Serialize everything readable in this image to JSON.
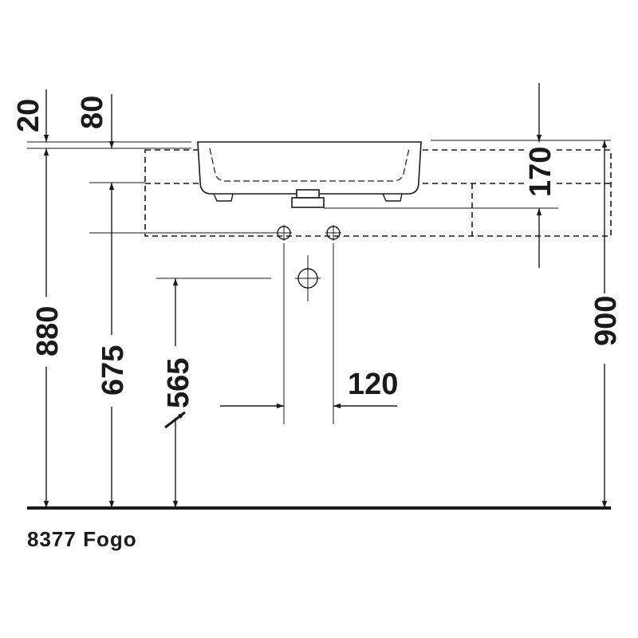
{
  "diagram": {
    "caption": "8377 Fogo",
    "dimensions": {
      "top_offset_small": "20",
      "top_offset_large": "80",
      "overflow_height": "170",
      "total_height_left": "880",
      "supply_height": "675",
      "drain_height": "565",
      "total_height_right": "900",
      "supply_spacing": "120"
    }
  }
}
